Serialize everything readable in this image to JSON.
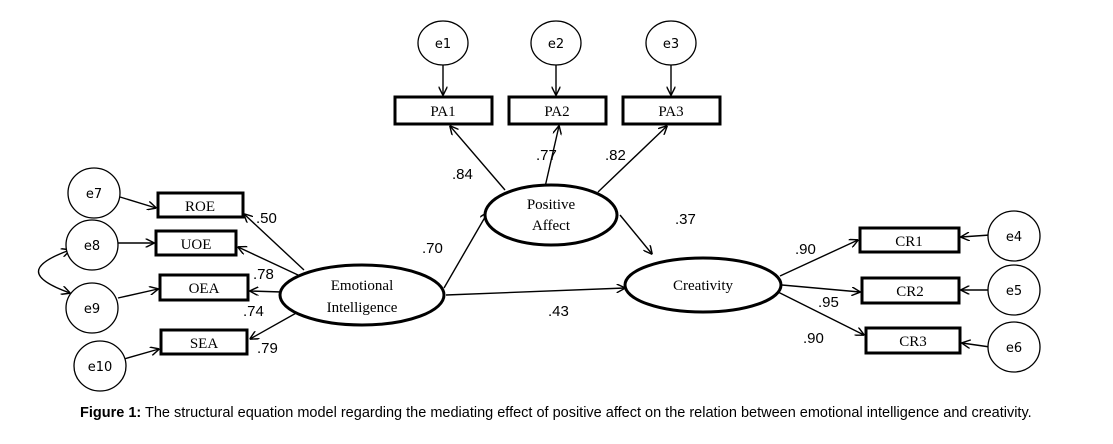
{
  "errors": {
    "e1": "e1",
    "e2": "e2",
    "e3": "e3",
    "e4": "e4",
    "e5": "e5",
    "e6": "e6",
    "e7": "e7",
    "e8": "e8",
    "e9": "e9",
    "e10": "e10"
  },
  "indicators": {
    "PA1": "PA1",
    "PA2": "PA2",
    "PA3": "PA3",
    "ROE": "ROE",
    "UOE": "UOE",
    "OEA": "OEA",
    "SEA": "SEA",
    "CR1": "CR1",
    "CR2": "CR2",
    "CR3": "CR3"
  },
  "latents": {
    "positive_affect": [
      "Positive",
      "Affect"
    ],
    "emotional_intelligence": [
      "Emotional",
      "Intelligence"
    ],
    "creativity": [
      "Creativity"
    ]
  },
  "coefficients": {
    "pa1": ".84",
    "pa2": ".77",
    "pa3": ".82",
    "roe": ".50",
    "uoe": ".78",
    "oea": ".74",
    "sea": ".79",
    "ei_pa": ".70",
    "pa_cr": ".37",
    "ei_cr": ".43",
    "cr1": ".90",
    "cr2": ".95",
    "cr3": ".90"
  },
  "caption": {
    "label": "Figure 1:",
    "text": " The structural equation model regarding the mediating effect of positive affect on the relation between emotional intelligence and creativity."
  }
}
